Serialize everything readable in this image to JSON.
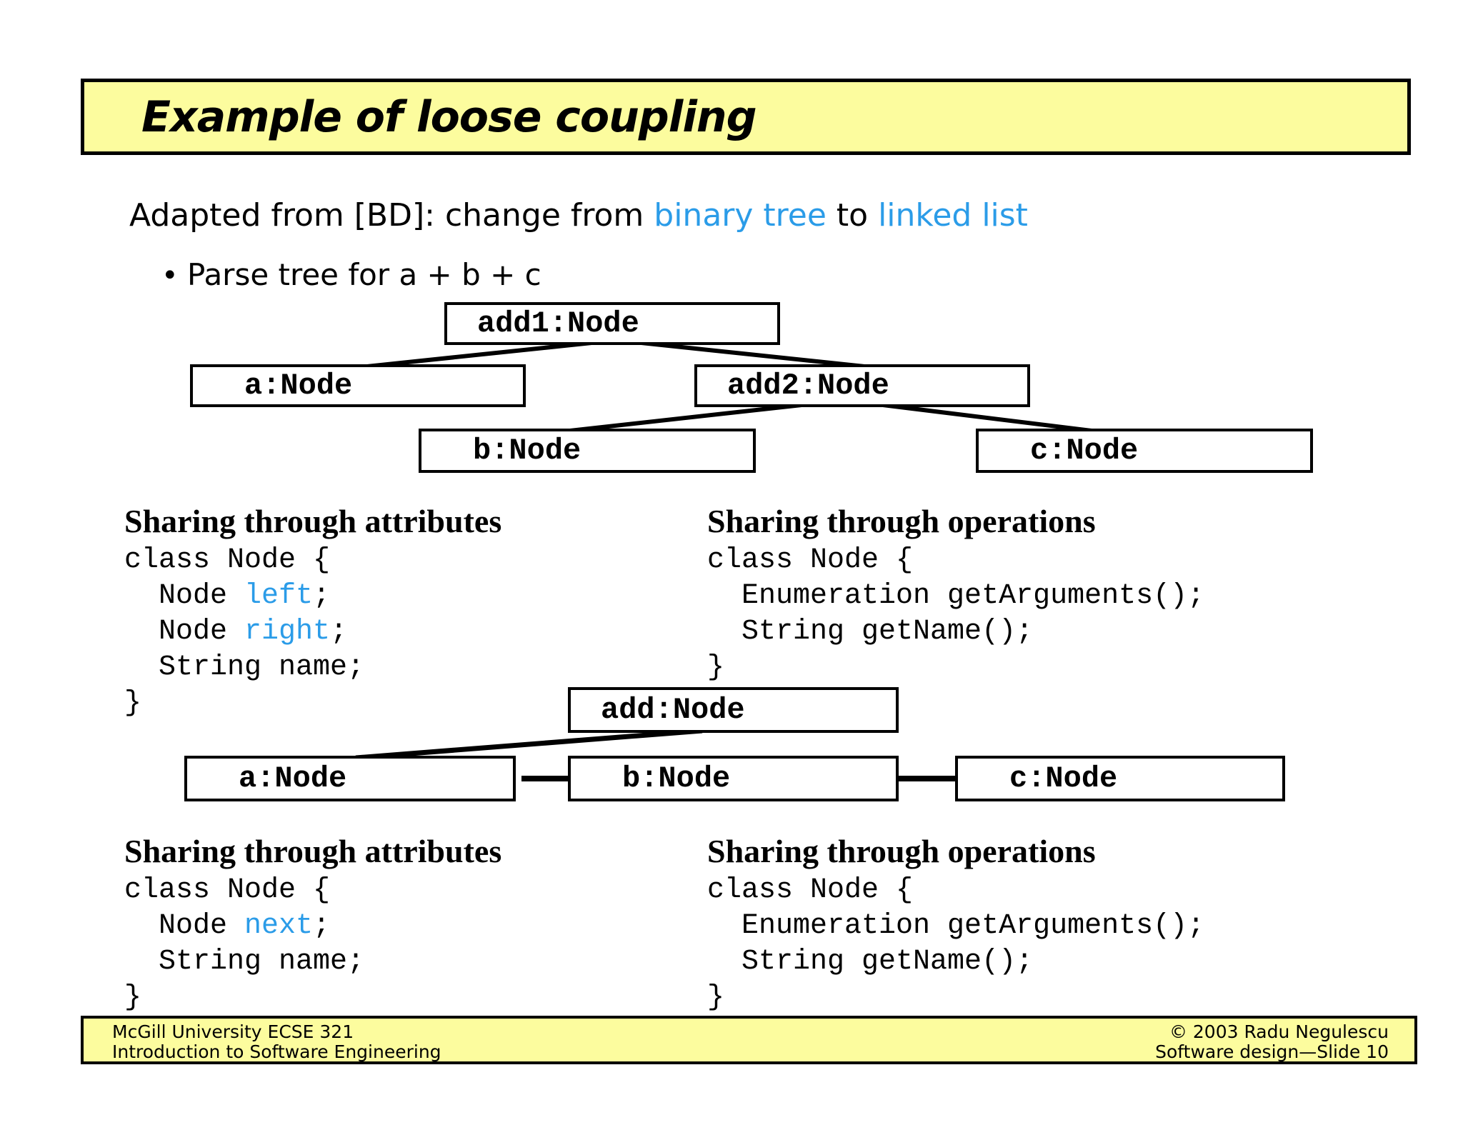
{
  "slide": {
    "title": "Example of loose coupling",
    "intro": {
      "text_black_1": "Adapted from [BD]: change from ",
      "link_blue_1": "binary tree",
      "text_black_2": " to ",
      "link_blue_2": "linked list"
    },
    "bullet": {
      "marker": "•",
      "text": "Parse tree for a + b + c"
    }
  },
  "tree_diagram": {
    "add1": "add1:Node",
    "a": "a:Node",
    "add2": "add2:Node",
    "b": "b:Node",
    "c": "c:Node"
  },
  "list_diagram": {
    "add": "add:Node",
    "a": "a:Node",
    "b": "b:Node",
    "c": "c:Node"
  },
  "sections": [
    {
      "heading": "Sharing through attributes",
      "code": {
        "l1": "class Node {",
        "l2a": "  Node ",
        "l2b": "left",
        "l2c": ";",
        "l3a": "  Node ",
        "l3b": "right",
        "l3c": ";",
        "l4": "  String name;",
        "l5": "}"
      }
    },
    {
      "heading": "Sharing through operations",
      "code": {
        "l1": "class Node {",
        "l2": "  Enumeration getArguments();",
        "l3": "  String getName();",
        "l4": "}"
      }
    },
    {
      "heading": "Sharing through attributes",
      "code": {
        "l1": "class Node {",
        "l2a": "  Node ",
        "l2b": "next",
        "l2c": ";",
        "l3": "  String name;",
        "l4": "}"
      }
    },
    {
      "heading": "Sharing through operations",
      "code": {
        "l1": "class Node {",
        "l2": "  Enumeration getArguments();",
        "l3": "  String getName();",
        "l4": "}"
      }
    }
  ],
  "footer": {
    "left_line1": "McGill University ECSE 321",
    "left_line2": "Introduction to Software Engineering",
    "right_line1": "© 2003 Radu Negulescu",
    "right_line2": "Software design—Slide 10"
  },
  "colors": {
    "slide_yellow": "#FCFC9E",
    "accent_blue": "#2B9CE8"
  }
}
